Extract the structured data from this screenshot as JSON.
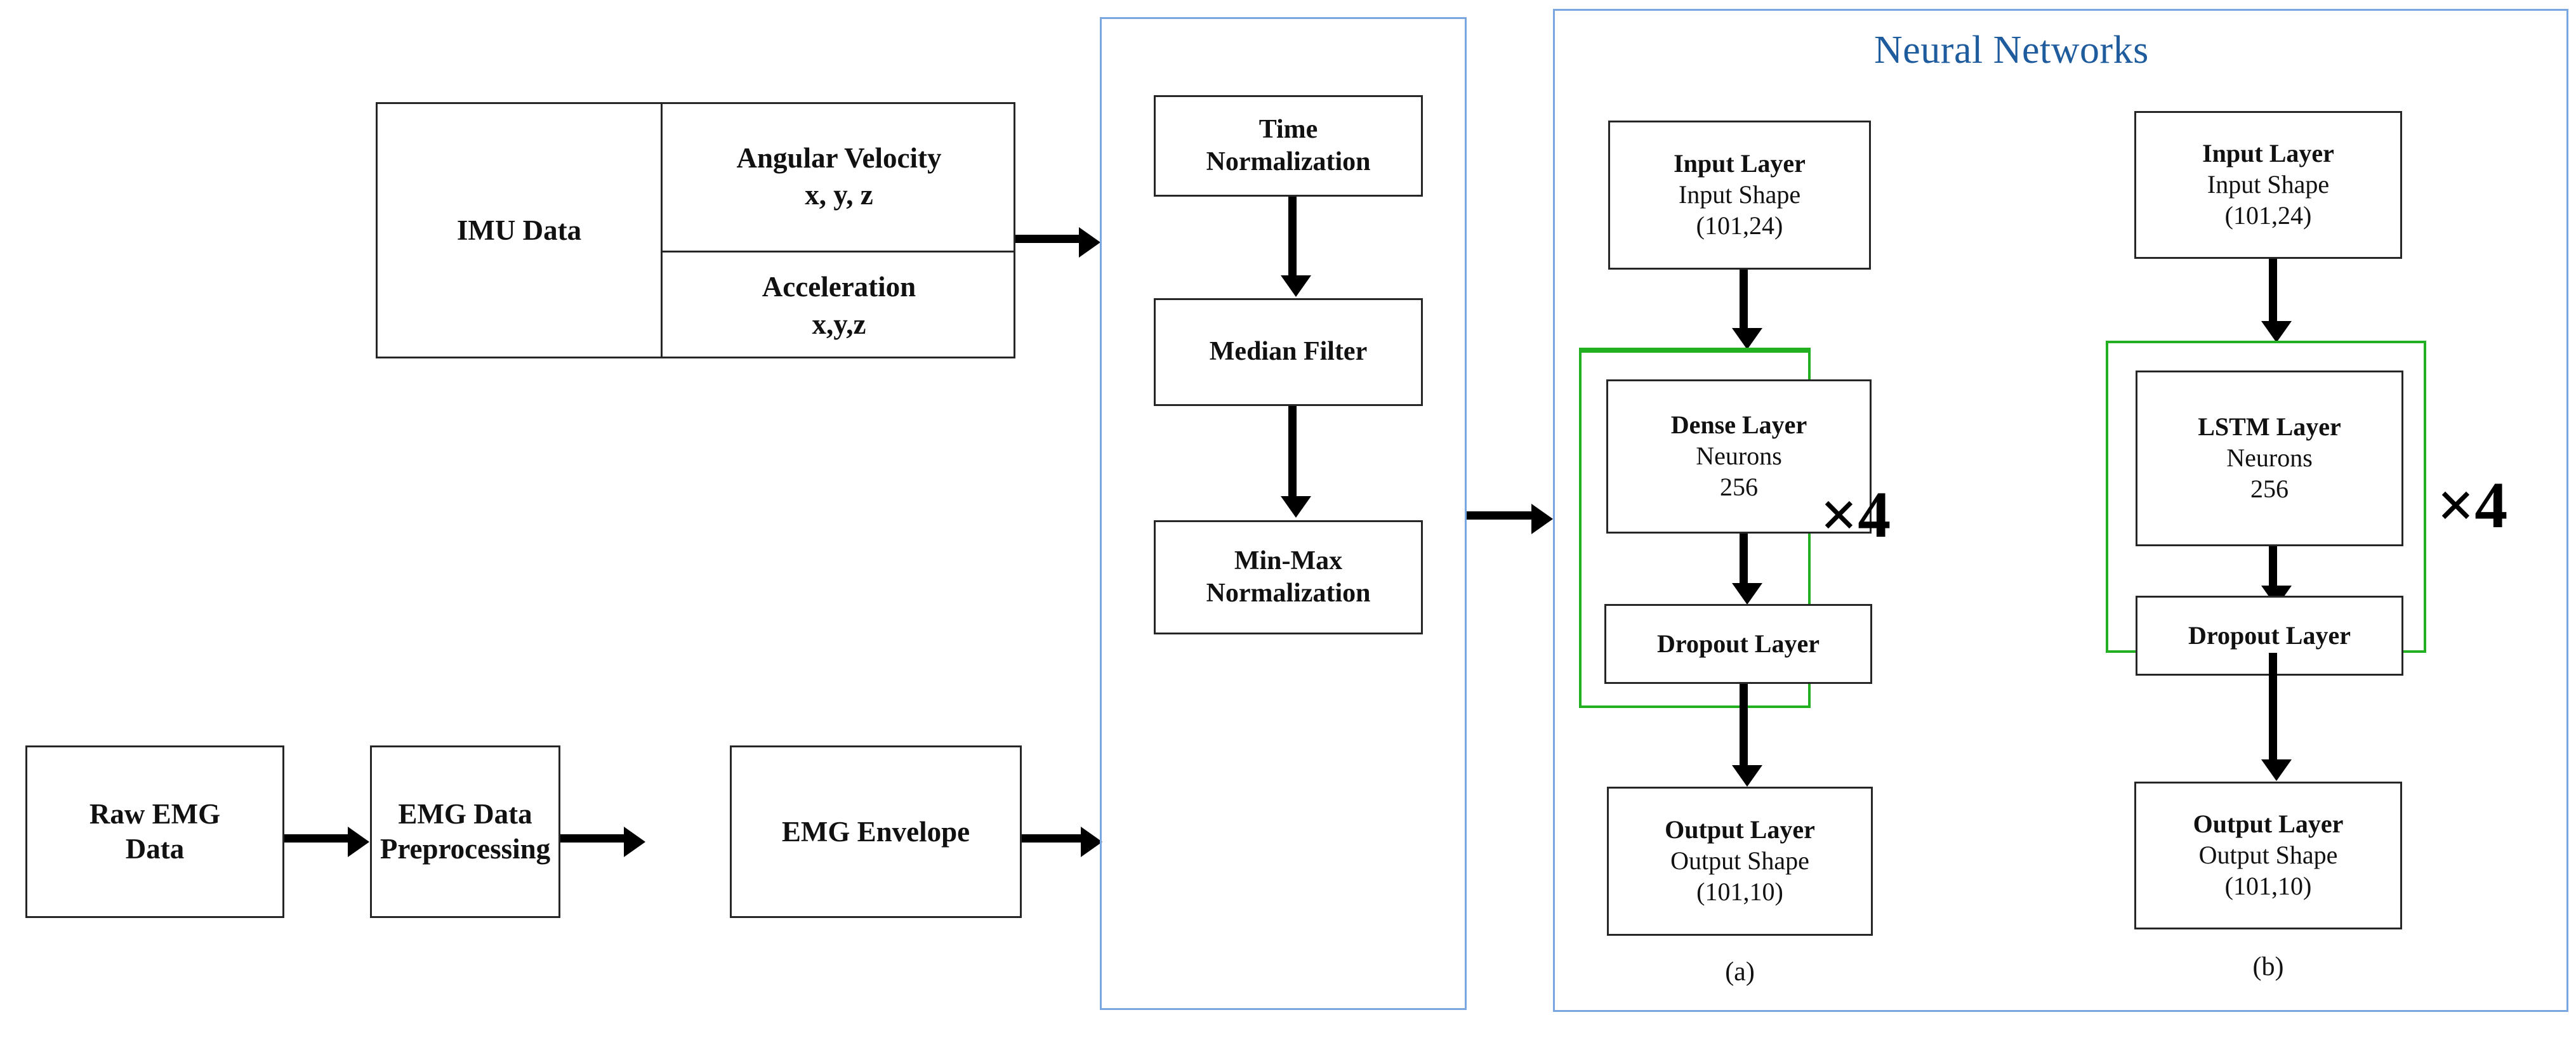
{
  "figure": {
    "type": "flowchart",
    "panels": {
      "preprocessing_panel": {
        "border_color": "#7BA7E0"
      },
      "neural_networks_panel": {
        "border_color": "#7BA7E0",
        "title": "Neural Networks",
        "title_color": "#1F5C9E"
      }
    },
    "repeat_block_color": "#22B022"
  },
  "inputs": {
    "imu": {
      "label": "IMU Data",
      "channels": [
        {
          "name": "Angular Velocity",
          "axes": "x, y, z"
        },
        {
          "name": "Acceleration",
          "axes": "x,y,z"
        }
      ]
    },
    "emg": {
      "steps": [
        {
          "line1": "Raw EMG",
          "line2": "Data"
        },
        {
          "line1": "EMG Data",
          "line2": "Preprocessing"
        },
        {
          "line1": "EMG Envelope",
          "line2": ""
        }
      ]
    }
  },
  "preprocessing": {
    "steps": [
      {
        "line1": "Time",
        "line2": "Normalization"
      },
      {
        "line1": "Median Filter",
        "line2": ""
      },
      {
        "line1": "Min-Max",
        "line2": "Normalization"
      }
    ]
  },
  "networks": [
    {
      "caption": "(a)",
      "multiplier": "×4",
      "input_layer": {
        "title": "Input Layer",
        "subtitle": "Input Shape",
        "shape": "(101,24)"
      },
      "hidden_layer": {
        "title": "Dense Layer",
        "subtitle": "Neurons",
        "value": "256"
      },
      "dropout_layer": {
        "title": "Dropout Layer"
      },
      "output_layer": {
        "title": "Output Layer",
        "subtitle": "Output Shape",
        "shape": "(101,10)"
      }
    },
    {
      "caption": "(b)",
      "multiplier": "×4",
      "input_layer": {
        "title": "Input Layer",
        "subtitle": "Input Shape",
        "shape": "(101,24)"
      },
      "hidden_layer": {
        "title": "LSTM Layer",
        "subtitle": "Neurons",
        "value": "256"
      },
      "dropout_layer": {
        "title": "Dropout Layer"
      },
      "output_layer": {
        "title": "Output Layer",
        "subtitle": "Output Shape",
        "shape": "(101,10)"
      }
    }
  ]
}
